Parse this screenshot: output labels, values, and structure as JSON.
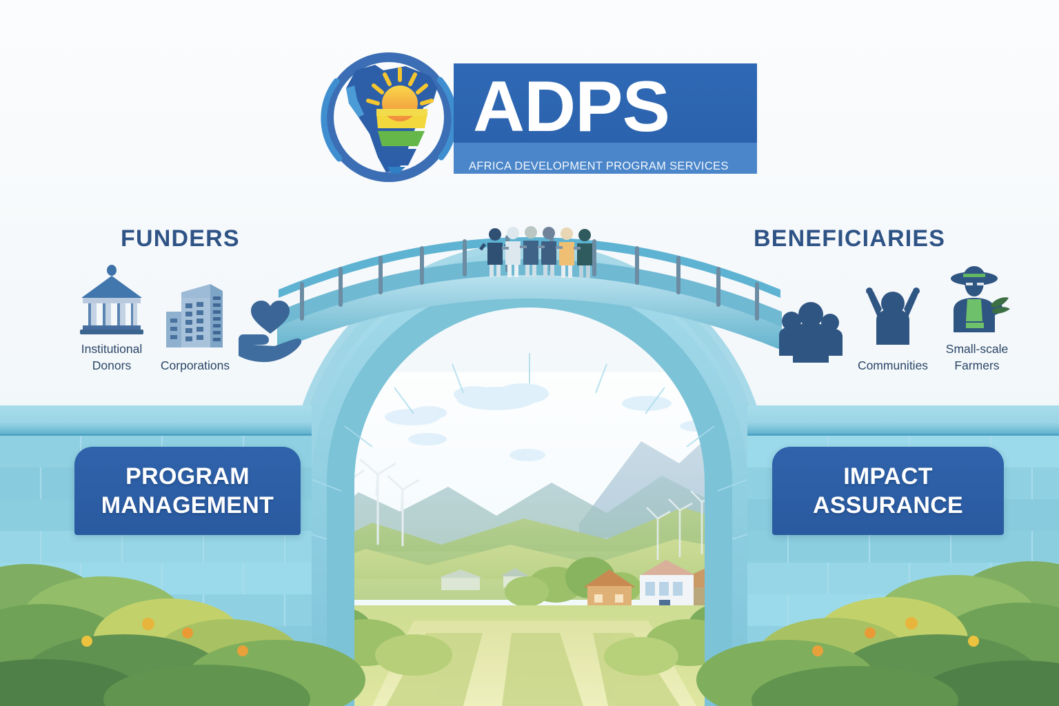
{
  "logo": {
    "wordmark": "ADPS",
    "tagline": "AFRICA DEVELOPMENT PROGRAM SERVICES",
    "mark_name": "africa-sunrise-emblem",
    "colors": {
      "badge_blue": "#2b62ad",
      "tagline_band": "#4a86c9",
      "map_blue": "#2d5fa8",
      "sun_yellow": "#f6c game",
      "band_yellow": "#f2d83c",
      "band_green": "#66b74a"
    }
  },
  "left_group": {
    "heading": "FUNDERS",
    "items": [
      {
        "icon": "bank-institution-icon",
        "label": "Institutional\nDonors"
      },
      {
        "icon": "office-buildings-icon",
        "label": "Corporations"
      },
      {
        "icon": "heart-in-hand-icon",
        "label": ""
      }
    ]
  },
  "right_group": {
    "heading": "BENEFICIARIES",
    "items": [
      {
        "icon": "group-of-people-icon",
        "label": ""
      },
      {
        "icon": "celebrating-person-icon",
        "label": "Communities"
      },
      {
        "icon": "farmer-with-plant-icon",
        "label": "Small-scale\nFarmers"
      }
    ]
  },
  "banners": {
    "left": "PROGRAM\nMANAGEMENT",
    "right": "IMPACT\nASSURANCE"
  },
  "bridge": {
    "name": "arch-bridge",
    "people_on_deck": 6,
    "deck_colors": [
      "#2f4f73",
      "#dce8ee",
      "#4a6d8c",
      "#3f5f82",
      "#efbf73",
      "#2f5a5e"
    ],
    "arch_color": "#7cc3d8",
    "wall_color": "#8ecfe0"
  },
  "scene": {
    "name": "rural-landscape-through-arch",
    "elements": [
      "mountains",
      "clouds",
      "wind-turbines",
      "farm-houses",
      "crop-fields",
      "foliage",
      "dirt-path"
    ]
  },
  "palette": {
    "background": "#f8fafb",
    "heading_blue": "#2e5385",
    "caption_blue": "#2b4668",
    "banner_blue": "#2a5aa0"
  }
}
